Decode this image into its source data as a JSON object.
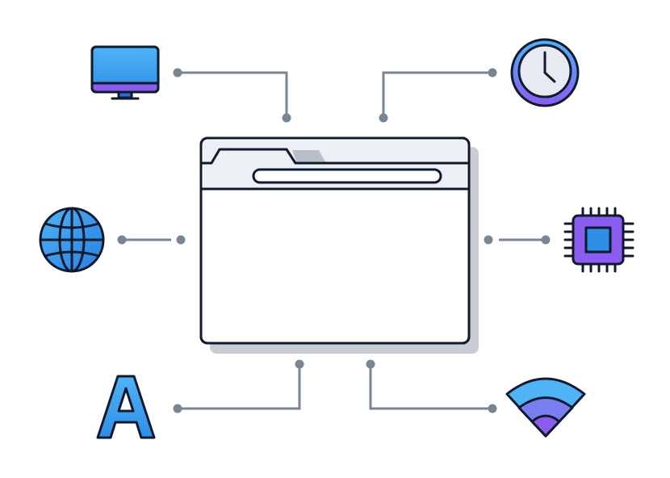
{
  "colors": {
    "outline": "#0f1a2e",
    "connector": "#7a8594",
    "window_fill": "#ffffff",
    "window_bar": "#eceff3",
    "window_shadow": "#c8ccd3",
    "tab_active": "#b9bfc8",
    "blue_light": "#4fb3f5",
    "blue_mid": "#2f8fe8",
    "purple": "#8a5cf0",
    "lavender": "#e8eaf2"
  },
  "nodes": [
    {
      "id": "monitor",
      "icon": "monitor-icon"
    },
    {
      "id": "clock",
      "icon": "clock-icon"
    },
    {
      "id": "globe",
      "icon": "globe-icon"
    },
    {
      "id": "chip",
      "icon": "chip-icon"
    },
    {
      "id": "font",
      "icon": "font-letter-icon",
      "glyph": "A"
    },
    {
      "id": "wifi",
      "icon": "wifi-icon"
    }
  ],
  "central": {
    "icon": "browser-window-icon"
  }
}
